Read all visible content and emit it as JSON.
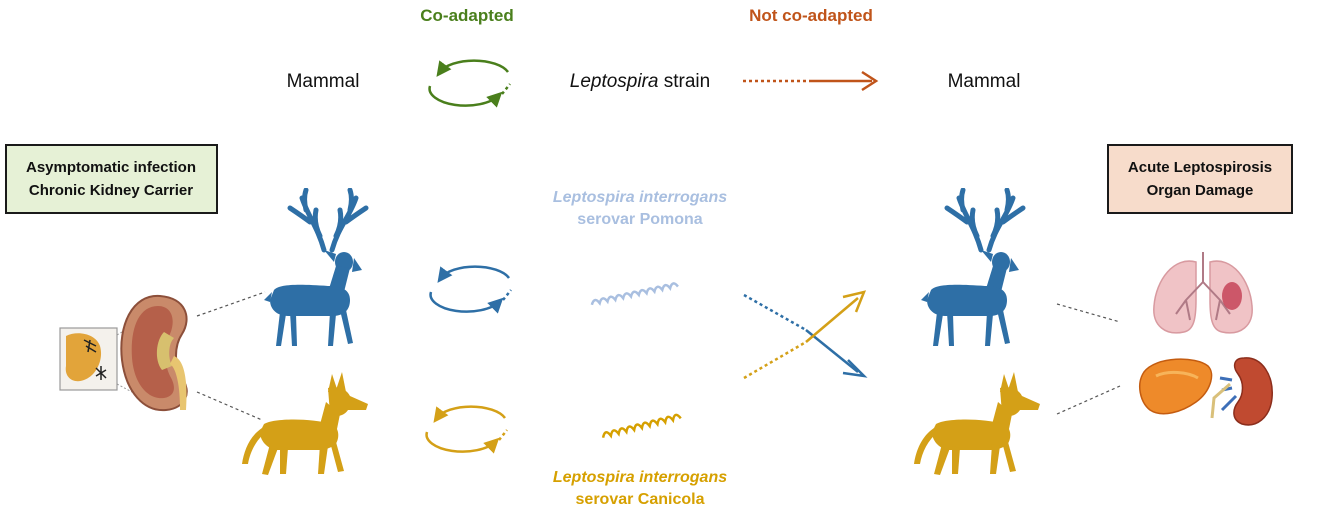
{
  "legend": {
    "coadapted_label": "Co-adapted",
    "not_coadapted_label": "Not co-adapted",
    "mammal_left": "Mammal",
    "strain_italic": "Leptospira",
    "strain_rest": " strain",
    "mammal_right": "Mammal"
  },
  "left_box": {
    "line1": "Asymptomatic infection",
    "line2": "Chronic Kidney Carrier"
  },
  "right_box": {
    "line1": "Acute Leptospirosis",
    "line2": "Organ Damage"
  },
  "strains": {
    "pomona": {
      "italic": "Leptospira interrogans",
      "line2": "serovar Pomona"
    },
    "canicola": {
      "italic": "Leptospira interrogans",
      "line2": "serovar Canicola"
    }
  },
  "colors": {
    "green": "#4a7f1c",
    "rust": "#c0541a",
    "deer_blue": "#2e6fa6",
    "dog_gold": "#d4a017",
    "pomona_light": "#a9bfe0",
    "canicola_gold": "#d6a000",
    "left_box_fill": "#e6f1d6",
    "right_box_fill": "#f7dccb",
    "box_stroke": "#1a1a1a"
  },
  "icons": [
    "deer-icon",
    "dog-icon",
    "kidney-icon",
    "lungs-icon",
    "liver-icon",
    "cycle-icon",
    "arrow-icon",
    "spirochete-icon"
  ]
}
